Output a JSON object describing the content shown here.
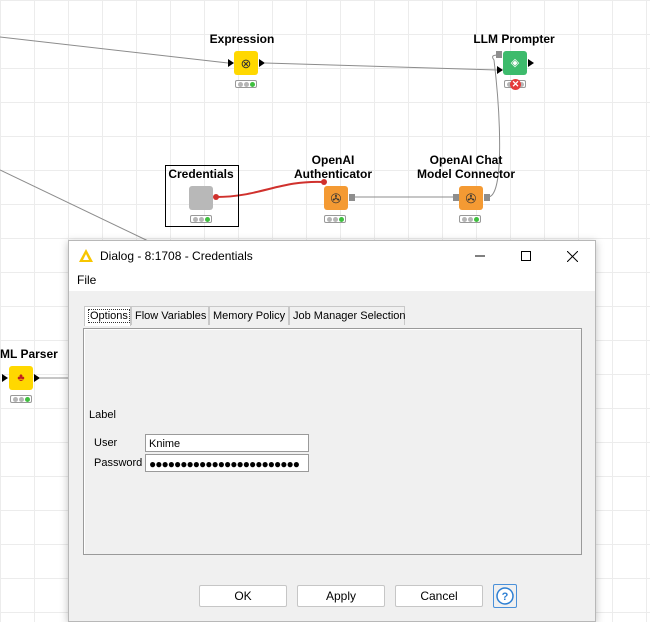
{
  "nodes": {
    "expression": {
      "title": "Expression"
    },
    "llm_prompter": {
      "title": "LLM Prompter"
    },
    "credentials": {
      "title": "Credentials"
    },
    "openai_authenticator": {
      "title": "OpenAI\nAuthenticator"
    },
    "openai_chat_connector": {
      "title": "OpenAI Chat\nModel Connector"
    },
    "xml_parser": {
      "title": "ML Parser"
    }
  },
  "colors": {
    "node_yellow": "#ffd800",
    "node_orange": "#f49a33",
    "node_green": "#3dbb6c",
    "node_gray": "#b8b8b8",
    "credential_link": "#d0312d",
    "status_ok": "#3fbf3f",
    "status_error": "#e53b3b"
  },
  "dialog": {
    "title": "Dialog - 8:1708 - Credentials",
    "menu": {
      "file": "File"
    },
    "tabs": [
      "Options",
      "Flow Variables",
      "Memory Policy",
      "Job Manager Selection"
    ],
    "active_tab": "Options",
    "options": {
      "label": "Label",
      "user_label": "User",
      "user_value": "Knime",
      "password_label": "Password",
      "password_value": "●●●●●●●●●●●●●●●●●●●●●●●●"
    },
    "buttons": {
      "ok": "OK",
      "apply": "Apply",
      "cancel": "Cancel",
      "help": "?"
    }
  }
}
